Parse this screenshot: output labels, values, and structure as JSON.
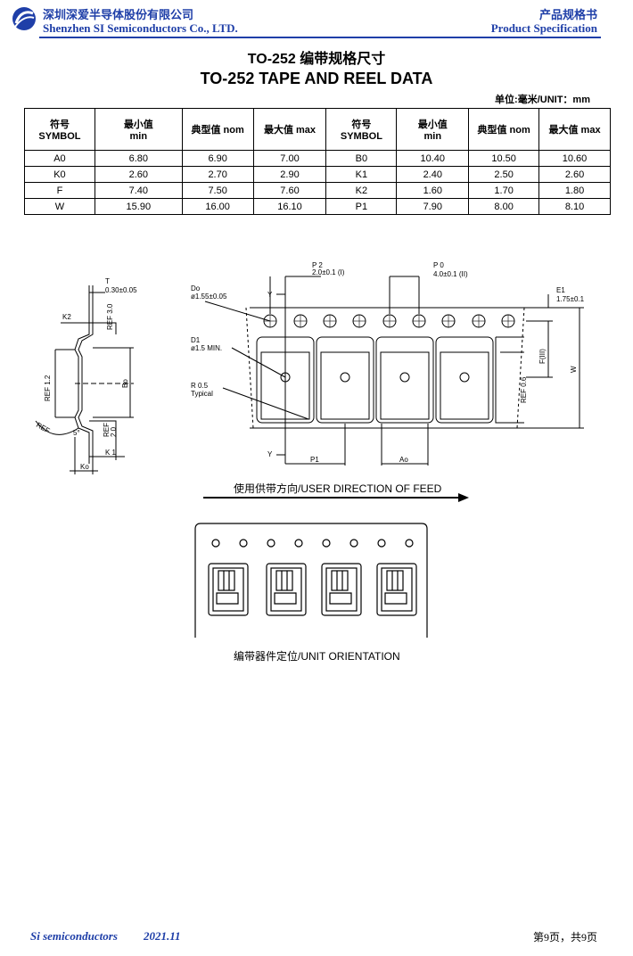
{
  "header": {
    "company_cn": "深圳深爱半导体股份有限公司",
    "company_en": "Shenzhen SI Semiconductors Co., LTD.",
    "doc_type_cn": "产品规格书",
    "doc_type_en": "Product Specification",
    "accent_color": "#1f3fa8"
  },
  "title": {
    "line1": "TO-252 编带规格尺寸",
    "line2": "TO-252 TAPE AND REEL DATA",
    "unit": "单位:毫米/UNIT：mm"
  },
  "table": {
    "headers": {
      "symbol": [
        "符号",
        "SYMBOL"
      ],
      "min": [
        "最小值",
        "min"
      ],
      "nom": "典型值 nom",
      "max": "最大值 max"
    },
    "rows": [
      [
        "A0",
        "6.80",
        "6.90",
        "7.00",
        "B0",
        "10.40",
        "10.50",
        "10.60"
      ],
      [
        "K0",
        "2.60",
        "2.70",
        "2.90",
        "K1",
        "2.40",
        "2.50",
        "2.60"
      ],
      [
        "F",
        "7.40",
        "7.50",
        "7.60",
        "K2",
        "1.60",
        "1.70",
        "1.80"
      ],
      [
        "W",
        "15.90",
        "16.00",
        "16.10",
        "P1",
        "7.90",
        "8.00",
        "8.10"
      ]
    ]
  },
  "drawing": {
    "labels": {
      "t": "T",
      "t_val": "0.30±0.05",
      "k2": "K2",
      "ref30": "REF 3.0",
      "ref12": "REF 1.2",
      "b0": "Bo",
      "ref20a": "REF",
      "ref20b": "2.0",
      "ref_small": "REF",
      "angle": "5°",
      "k0": "Ko",
      "k1": "K 1",
      "d0": "Do",
      "d0_val": "ø1.55±0.05",
      "d1": "D1",
      "d1_val": "ø1.5  MIN.",
      "r": "R 0.5",
      "r_typ": "Typical",
      "y": "Y",
      "p2": "P 2",
      "p2_val": "2.0±0.1  (I)",
      "p0": "P 0",
      "p0_val": "4.0±0.1  (II)",
      "e1": "E1",
      "e1_val": "1.75±0.1",
      "f": "F(III)",
      "w": "W",
      "ref06": "REF  0.6",
      "p1": "P1",
      "a0": "Ao"
    },
    "feed_caption": "使用供带方向/USER DIRECTION OF FEED",
    "orientation_caption": "编带器件定位/UNIT ORIENTATION"
  },
  "footer": {
    "company": "Si semiconductors",
    "date": "2021.11",
    "page": "第9页，共9页"
  }
}
